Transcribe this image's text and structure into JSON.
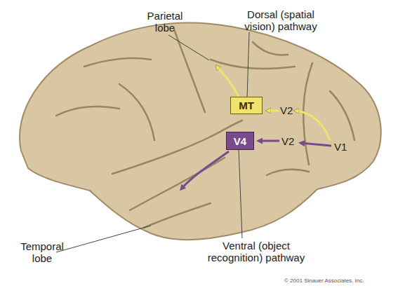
{
  "diagram": {
    "nodes": [
      {
        "text": [
          "MT"
        ]
      },
      {
        "text": [
          "V4"
        ]
      }
    ],
    "labels": [
      "Parietal lobe",
      "Dorsal (spatial vision) pathway",
      "V2",
      "V2",
      "V1",
      "Temporal lobe",
      "Ventral (object recognition) pathway",
      "© 2001 Sinauer Associates, Inc."
    ]
  }
}
